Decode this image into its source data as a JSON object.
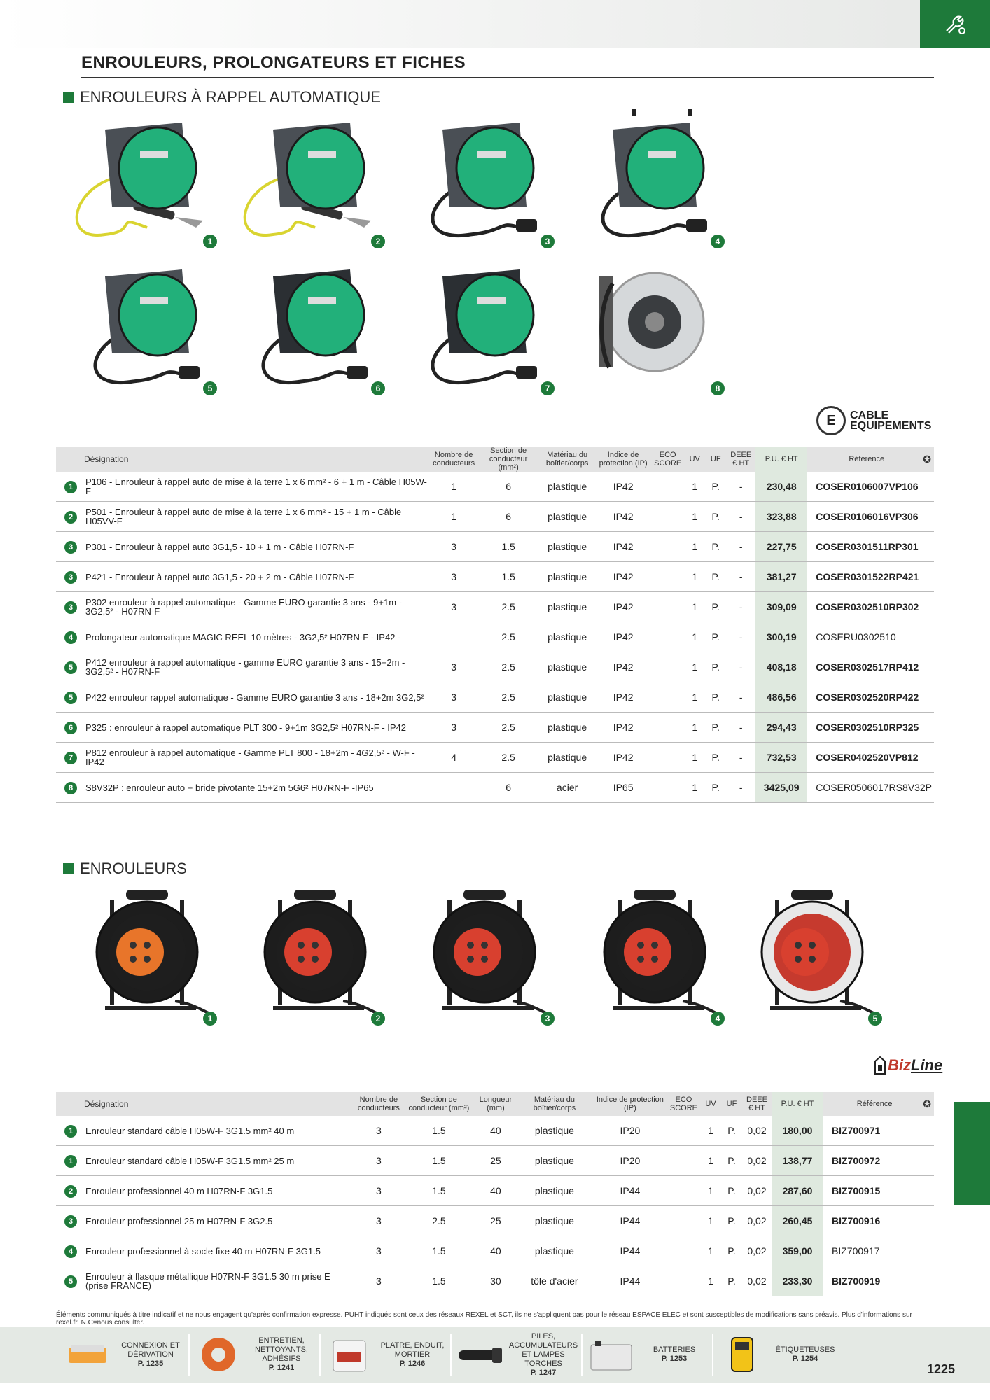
{
  "header": {
    "category_icon": "wrench-hand-icon"
  },
  "page_title": "ENROULEURS, PROLONGATEURS ET FICHES",
  "section1": {
    "title": "ENROULEURS À RAPPEL AUTOMATIQUE",
    "brand": {
      "line1": "CABLE",
      "line2": "EQUIPEMENTS",
      "mark": "E"
    },
    "images": [
      "1",
      "2",
      "3",
      "4",
      "5",
      "6",
      "7",
      "8"
    ],
    "table": {
      "headers": {
        "designation": "Désignation",
        "nb": "Nombre de conducteurs",
        "section": "Section de conducteur (mm²)",
        "materiau": "Matériau du boîtier/corps",
        "ip": "Indice de protection (IP)",
        "eco": "ECO SCORE",
        "uv": "UV",
        "uf": "UF",
        "deee": "DEEE € HT",
        "pu": "P.U. € HT",
        "ref": "Référence"
      },
      "rows": [
        {
          "n": "1",
          "des": "P106 - Enrouleur à rappel auto de mise à la terre 1 x 6 mm² - 6 + 1 m - Câble H05W-F",
          "nb": "1",
          "sec": "6",
          "mat": "plastique",
          "ip": "IP42",
          "uv": "1",
          "uf": "P.",
          "deee": "-",
          "pu": "230,48",
          "ref": "COSER0106007VP106"
        },
        {
          "n": "2",
          "des": "P501 - Enrouleur à rappel auto de mise à la terre 1 x 6 mm² - 15 + 1 m  - Câble H05VV-F",
          "nb": "1",
          "sec": "6",
          "mat": "plastique",
          "ip": "IP42",
          "uv": "1",
          "uf": "P.",
          "deee": "-",
          "pu": "323,88",
          "ref": "COSER0106016VP306"
        },
        {
          "n": "3",
          "des": "P301 - Enrouleur à rappel auto 3G1,5 - 10 + 1 m - Câble H07RN-F",
          "nb": "3",
          "sec": "1.5",
          "mat": "plastique",
          "ip": "IP42",
          "uv": "1",
          "uf": "P.",
          "deee": "-",
          "pu": "227,75",
          "ref": "COSER0301511RP301"
        },
        {
          "n": "3",
          "des": "P421 - Enrouleur à rappel auto 3G1,5 - 20 + 2 m - Câble H07RN-F",
          "nb": "3",
          "sec": "1.5",
          "mat": "plastique",
          "ip": "IP42",
          "uv": "1",
          "uf": "P.",
          "deee": "-",
          "pu": "381,27",
          "ref": "COSER0301522RP421"
        },
        {
          "n": "3",
          "des": "P302 enrouleur à rappel automatique - Gamme EURO garantie 3 ans - 9+1m - 3G2,5² - H07RN-F",
          "nb": "3",
          "sec": "2.5",
          "mat": "plastique",
          "ip": "IP42",
          "uv": "1",
          "uf": "P.",
          "deee": "-",
          "pu": "309,09",
          "ref": "COSER0302510RP302"
        },
        {
          "n": "4",
          "des": "Prolongateur automatique MAGIC REEL 10 mètres - 3G2,5² H07RN-F - IP42 -",
          "nb": "",
          "sec": "2.5",
          "mat": "plastique",
          "ip": "IP42",
          "uv": "1",
          "uf": "P.",
          "deee": "-",
          "pu": "300,19",
          "ref": "COSERU0302510",
          "light": true
        },
        {
          "n": "5",
          "des": "P412 enrouleur à rappel automatique - gamme EURO garantie 3 ans - 15+2m - 3G2,5² - H07RN-F",
          "nb": "3",
          "sec": "2.5",
          "mat": "plastique",
          "ip": "IP42",
          "uv": "1",
          "uf": "P.",
          "deee": "-",
          "pu": "408,18",
          "ref": "COSER0302517RP412"
        },
        {
          "n": "5",
          "des": "P422 enrouleur rappel automatique - Gamme EURO garantie 3 ans - 18+2m 3G2,5²",
          "nb": "3",
          "sec": "2.5",
          "mat": "plastique",
          "ip": "IP42",
          "uv": "1",
          "uf": "P.",
          "deee": "-",
          "pu": "486,56",
          "ref": "COSER0302520RP422"
        },
        {
          "n": "6",
          "des": "P325 : enrouleur à rappel automatique PLT 300 - 9+1m 3G2,5² H07RN-F - IP42",
          "nb": "3",
          "sec": "2.5",
          "mat": "plastique",
          "ip": "IP42",
          "uv": "1",
          "uf": "P.",
          "deee": "-",
          "pu": "294,43",
          "ref": "COSER0302510RP325"
        },
        {
          "n": "7",
          "des": "P812 enrouleur à rappel automatique - Gamme PLT 800 - 18+2m - 4G2,5² - W-F - IP42",
          "nb": "4",
          "sec": "2.5",
          "mat": "plastique",
          "ip": "IP42",
          "uv": "1",
          "uf": "P.",
          "deee": "-",
          "pu": "732,53",
          "ref": "COSER0402520VP812"
        },
        {
          "n": "8",
          "des": "S8V32P : enrouleur auto + bride pivotante 15+2m 5G6²  H07RN-F -IP65",
          "nb": "",
          "sec": "6",
          "mat": "acier",
          "ip": "IP65",
          "uv": "1",
          "uf": "P.",
          "deee": "-",
          "pu": "3425,09",
          "ref": "COSER0506017RS8V32P",
          "light": true
        }
      ]
    }
  },
  "section2": {
    "title": "ENROULEURS",
    "brand": {
      "name1": "Biz",
      "name2": "Line"
    },
    "images": [
      "1",
      "2",
      "3",
      "4",
      "5"
    ],
    "table": {
      "headers": {
        "designation": "Désignation",
        "nb": "Nombre de conducteurs",
        "section": "Section de conducteur (mm²)",
        "longueur": "Longueur (mm)",
        "materiau": "Matériau du boîtier/corps",
        "ip": "Indice de protection (IP)",
        "eco": "ECO SCORE",
        "uv": "UV",
        "uf": "UF",
        "deee": "DEEE € HT",
        "pu": "P.U. € HT",
        "ref": "Référence"
      },
      "rows": [
        {
          "n": "1",
          "des": "Enrouleur standard câble H05W-F 3G1.5 mm² 40 m",
          "nb": "3",
          "sec": "1.5",
          "lon": "40",
          "mat": "plastique",
          "ip": "IP20",
          "uv": "1",
          "uf": "P.",
          "deee": "0,02",
          "pu": "180,00",
          "ref": "BIZ700971"
        },
        {
          "n": "1",
          "des": "Enrouleur standard câble H05W-F 3G1.5 mm² 25 m",
          "nb": "3",
          "sec": "1.5",
          "lon": "25",
          "mat": "plastique",
          "ip": "IP20",
          "uv": "1",
          "uf": "P.",
          "deee": "0,02",
          "pu": "138,77",
          "ref": "BIZ700972"
        },
        {
          "n": "2",
          "des": "Enrouleur professionnel 40 m H07RN-F 3G1.5",
          "nb": "3",
          "sec": "1.5",
          "lon": "40",
          "mat": "plastique",
          "ip": "IP44",
          "uv": "1",
          "uf": "P.",
          "deee": "0,02",
          "pu": "287,60",
          "ref": "BIZ700915"
        },
        {
          "n": "3",
          "des": "Enrouleur professionnel 25 m H07RN-F 3G2.5",
          "nb": "3",
          "sec": "2.5",
          "lon": "25",
          "mat": "plastique",
          "ip": "IP44",
          "uv": "1",
          "uf": "P.",
          "deee": "0,02",
          "pu": "260,45",
          "ref": "BIZ700916"
        },
        {
          "n": "4",
          "des": "Enrouleur professionnel à socle fixe 40 m H07RN-F 3G1.5",
          "nb": "3",
          "sec": "1.5",
          "lon": "40",
          "mat": "plastique",
          "ip": "IP44",
          "uv": "1",
          "uf": "P.",
          "deee": "0,02",
          "pu": "359,00",
          "ref": "BIZ700917",
          "light": true
        },
        {
          "n": "5",
          "des": "Enrouleur à flasque métallique H07RN-F 3G1.5 30 m prise E (prise FRANCE)",
          "nb": "3",
          "sec": "1.5",
          "lon": "30",
          "mat": "tôle d'acier",
          "ip": "IP44",
          "uv": "1",
          "uf": "P.",
          "deee": "0,02",
          "pu": "233,30",
          "ref": "BIZ700919"
        }
      ]
    }
  },
  "disclaimer": "Éléments communiqués à titre indicatif et ne nous engagent qu'après confirmation expresse. PUHT indiqués sont ceux des réseaux REXEL et SCT, ils ne s'appliquent pas pour le réseau ESPACE ELEC et sont susceptibles de modifications sans préavis. Plus d'informations sur rexel.fr. N.C=nous consulter.",
  "footer": [
    {
      "label": "CONNEXION ET DÉRIVATION",
      "page": "P. 1235"
    },
    {
      "label": "ENTRETIEN, NETTOYANTS, ADHÉSIFS",
      "page": "P. 1241"
    },
    {
      "label": "PLATRE, ENDUIT, MORTIER",
      "page": "P. 1246"
    },
    {
      "label": "PILES, ACCUMULATEURS ET LAMPES TORCHES",
      "page": "P. 1247"
    },
    {
      "label": "BATTERIES",
      "page": "P. 1253"
    },
    {
      "label": "ÉTIQUETEUSES",
      "page": "P. 1254"
    }
  ],
  "page_number": "1225",
  "colors": {
    "accent": "#1e7a3a",
    "price_bg": "#dfe9df",
    "header_bg": "#e3e3e3"
  }
}
